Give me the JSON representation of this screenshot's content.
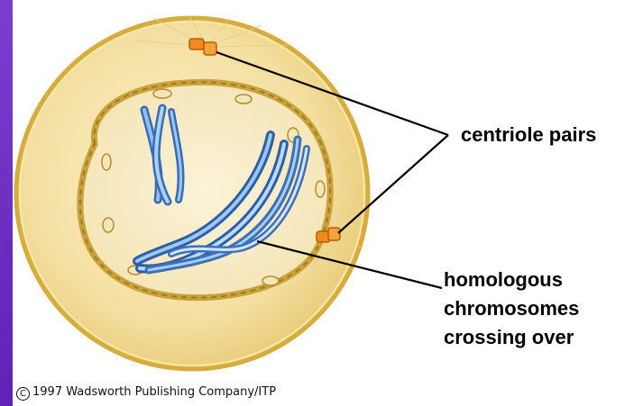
{
  "labels": {
    "centrioles": "centriole pairs",
    "homologous_lines": [
      "homologous",
      "chromosomes",
      "crossing over"
    ]
  },
  "copyright": "1997 Wadsworth Publishing Company/ITP",
  "colors": {
    "background_purple": "#5a1fb0",
    "cytoplasm": "#f2dfa2",
    "nuclear_envelope": "#c7a43c",
    "chromosome_blue": "#5d9ad6",
    "centriole_orange": "#f08a1c"
  }
}
